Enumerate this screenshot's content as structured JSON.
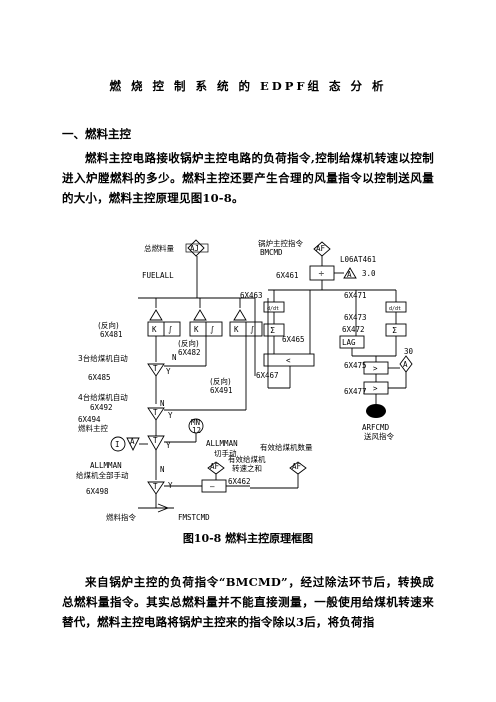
{
  "title": "燃 烧 控 制 系 统 的 EDPF组 态 分 析",
  "section1": "一、燃料主控",
  "para1": "燃料主控电路接收锅炉主控电路的负荷指令,控制给煤机转速以控制进入炉膛燃料的多少。燃料主控还要产生合理的风量指令以控制送风量的大小，燃料主控原理见图10-8。",
  "caption": "图10-8 燃料主控原理框图",
  "para2": "来自锅炉主控的负荷指令“BMCMD”，经过除法环节后，转换成总燃料量指令。其实总燃料量并不能直接测量，一般使用给煤机转速来替代，燃料主控电路将锅炉主控来的指令除以3后，将负荷指",
  "diagram": {
    "total_fuel": "总燃料量",
    "fuelall": "FUELALL",
    "aj": "AJ",
    "boiler_cmd": "锅炉主控指令",
    "bmcmd": "BMCMD",
    "af": "AF",
    "l06at461": "L06AT461",
    "v30a": "3.0",
    "v30b": "30",
    "a": "A",
    "b6x461": "6X461",
    "b6x463": "6X463",
    "b6x471": "6X471",
    "b6x473": "6X473",
    "b6x472": "6X472",
    "b6x465": "6X465",
    "b6x475": "6X475",
    "b6x477": "6X477",
    "b6x467": "6X467",
    "b6x481": "6X481",
    "b6x482": "6X482",
    "b6x491": "6X491",
    "b6x485": "6X485",
    "b6x492": "6X492",
    "b6x494": "6X494",
    "b6x498": "6X498",
    "b6x462": "6X462",
    "reverse": "(反向)",
    "k": "K",
    "integ": "∫",
    "lag": "LAG",
    "dt": "d/dt",
    "coal3": "3台给煤机自动",
    "coal4": "4台给煤机自动",
    "fuel_master": "燃料主控",
    "allmman": "ALLMMAN",
    "manual": "切手动",
    "allmman2": "ALLMMAN",
    "coal_all_manual": "给煤机全部手动",
    "coal_count": "有效给煤机数量",
    "coal_speed_sum": "有效给煤机",
    "coal_speed_sum2": "转速之和",
    "fuel_cmd": "燃料指令",
    "fmstcmd": "FMSTCMD",
    "arfcmd": "ARFCMD",
    "air_cmd": "送风指令",
    "n": "N",
    "y": "Y",
    "t": "T",
    "i": "I",
    "mn": "MN",
    "v12": "12",
    "div": "÷",
    "sigma": "Σ",
    "lt": "<",
    "gt": ">",
    "minus": "—"
  }
}
